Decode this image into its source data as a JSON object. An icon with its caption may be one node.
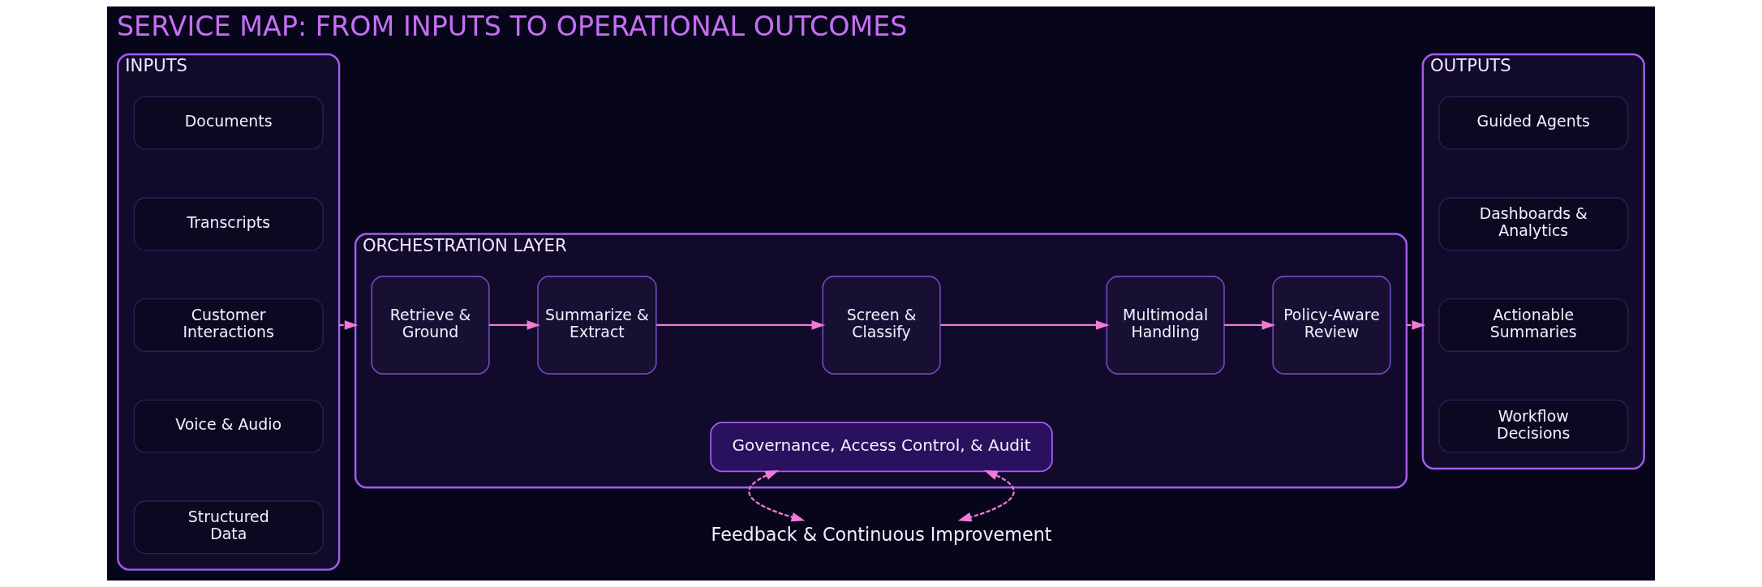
{
  "diagram": {
    "title": "SERVICE MAP: FROM INPUTS TO OPERATIONAL OUTCOMES",
    "nodes": [
      {
        "text": [
          "INPUTS"
        ]
      },
      {
        "text": [
          "Documents"
        ],
        "in": 0
      },
      {
        "text": [
          "Transcripts"
        ],
        "in": 0
      },
      {
        "text": [
          "Customer Interactions"
        ],
        "in": 0
      },
      {
        "text": [
          "Voice & Audio"
        ],
        "in": 0
      },
      {
        "text": [
          "Structured Data"
        ],
        "in": 0
      },
      {
        "text": [
          "ORCHESTRATION LAYER"
        ]
      },
      {
        "text": [
          "Retrieve & Ground"
        ],
        "in": 6
      },
      {
        "text": [
          "Summarize & Extract"
        ],
        "in": 6
      },
      {
        "text": [
          "Screen & Classify"
        ],
        "in": 6
      },
      {
        "text": [
          "Multimodal Handling"
        ],
        "in": 6
      },
      {
        "text": [
          "Policy-Aware Review"
        ],
        "in": 6
      },
      {
        "text": [
          "Governance, Access Control, & Audit"
        ],
        "in": 6
      },
      {
        "text": [
          "OUTPUTS"
        ]
      },
      {
        "text": [
          "Guided Agents"
        ],
        "in": 13
      },
      {
        "text": [
          "Dashboards & Analytics"
        ],
        "in": 13
      },
      {
        "text": [
          "Actionable Summaries"
        ],
        "in": 13
      },
      {
        "text": [
          "Workflow Decisions"
        ],
        "in": 13
      },
      {
        "text": [
          "Feedback & Continuous Improvement"
        ]
      }
    ],
    "edges": [
      {
        "from": 0,
        "to": 6,
        "arrow": "to",
        "style": "dashed"
      },
      {
        "from": 7,
        "to": 8,
        "arrow": "to"
      },
      {
        "from": 8,
        "to": 9,
        "arrow": "to"
      },
      {
        "from": 9,
        "to": 10,
        "arrow": "to"
      },
      {
        "from": 10,
        "to": 11,
        "arrow": "to"
      },
      {
        "from": 6,
        "to": 13,
        "arrow": "to",
        "style": "dashed"
      },
      {
        "from": 12,
        "to": 18,
        "arrow": "both",
        "style": "dashed"
      },
      {
        "from": 12,
        "to": 18,
        "arrow": "both",
        "style": "dashed"
      }
    ]
  }
}
